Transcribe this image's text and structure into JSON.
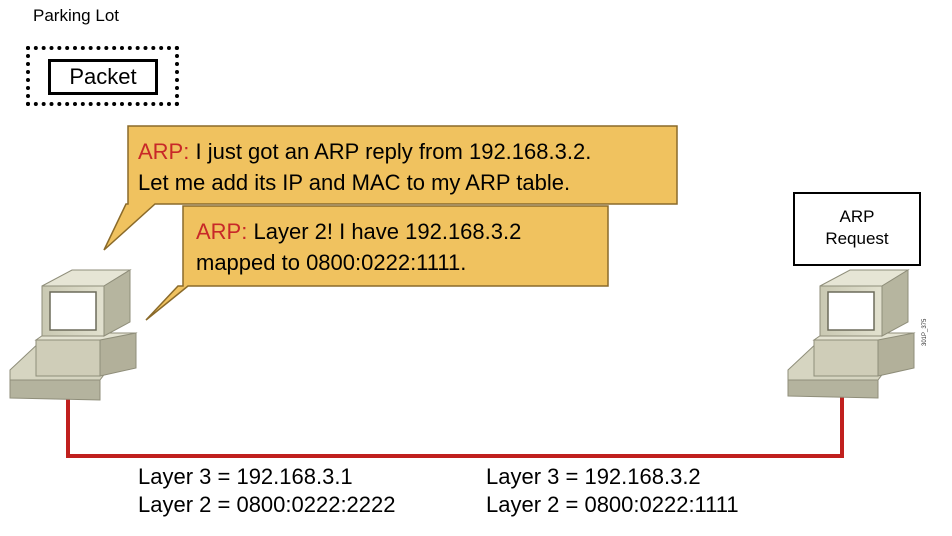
{
  "parking_lot": {
    "title": "Parking Lot",
    "packet_label": "Packet"
  },
  "bubbles": [
    {
      "tag": "ARP:",
      "lines": [
        "I just got an ARP reply from 192.168.3.2.",
        "Let me add its IP and MAC to my ARP table."
      ]
    },
    {
      "tag": "ARP:",
      "lines": [
        "Layer 2! I have 192.168.3.2",
        "mapped to 0800:0222:1111."
      ]
    }
  ],
  "request_box": {
    "line1": "ARP",
    "line2": "Request"
  },
  "hosts": [
    {
      "layer3": "Layer 3 = 192.168.3.1",
      "layer2": "Layer 2 = 0800:0222:2222"
    },
    {
      "layer3": "Layer 3 = 192.168.3.2",
      "layer2": "Layer 2 = 0800:0222:1111"
    }
  ],
  "figure_code": "301P_375",
  "colors": {
    "bubble_fill": "#f0c25f",
    "bubble_stroke": "#8a6a2a",
    "arp_tag": "#c82828",
    "link": "#c0201e"
  }
}
